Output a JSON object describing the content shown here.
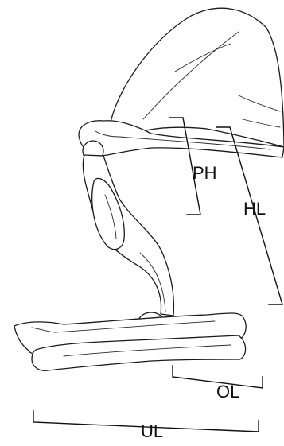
{
  "labels": {
    "ph": "PH",
    "hl": "HL",
    "ol": "OL",
    "ul": "UL"
  },
  "colors": {
    "ink": "#111111",
    "background": "#ffffff"
  }
}
